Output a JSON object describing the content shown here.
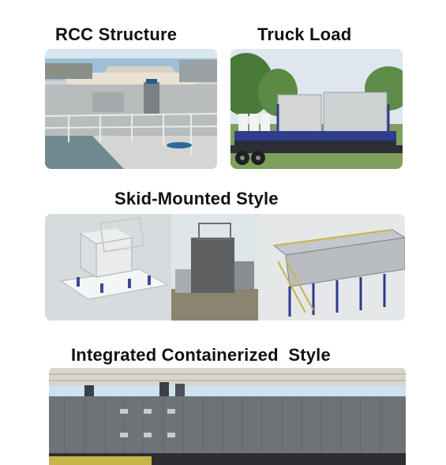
{
  "headings": {
    "rcc": "RCC Structure",
    "truck": "Truck Load",
    "skid": "Skid-Mounted Style",
    "container": "Integrated Containerized  Style"
  },
  "photos": [
    {
      "key": "rcc",
      "icon": "rcc-tank-photo"
    },
    {
      "key": "truck",
      "icon": "truck-trailer-photo"
    },
    {
      "key": "skid",
      "icon": "skid-units-photo"
    },
    {
      "key": "container",
      "icon": "container-photo"
    }
  ],
  "colors": {
    "text": "#111111",
    "sky": "#cfe0ee",
    "steel_blue": "#2f3d8c",
    "container_gray": "#6f7378",
    "tank_gray": "#cfd2d3"
  }
}
